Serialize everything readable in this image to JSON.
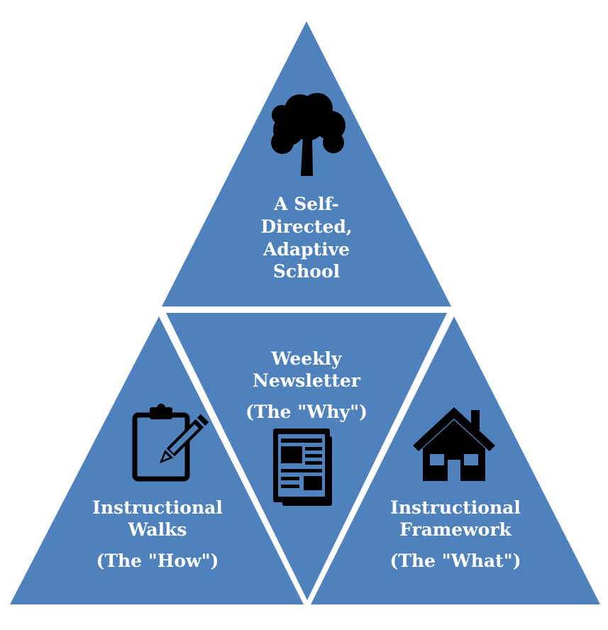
{
  "diagram": {
    "fill_color": "#4f81bd",
    "gap_color": "#ffffff",
    "icon_color": "#000000",
    "text_color": "#ffffff",
    "top": {
      "icon": "tree-icon",
      "lines": [
        "A Self-",
        "Directed,",
        "Adaptive",
        "School"
      ]
    },
    "center": {
      "icon": "newspaper-icon",
      "lines": [
        "Weekly",
        "Newsletter"
      ],
      "subtitle": "(The \"Why\")"
    },
    "left": {
      "icon": "clipboard-pencil-icon",
      "lines": [
        "Instructional",
        "Walks"
      ],
      "subtitle": "(The \"How\")"
    },
    "right": {
      "icon": "house-icon",
      "lines": [
        "Instructional",
        "Framework"
      ],
      "subtitle": "(The \"What\")"
    }
  }
}
